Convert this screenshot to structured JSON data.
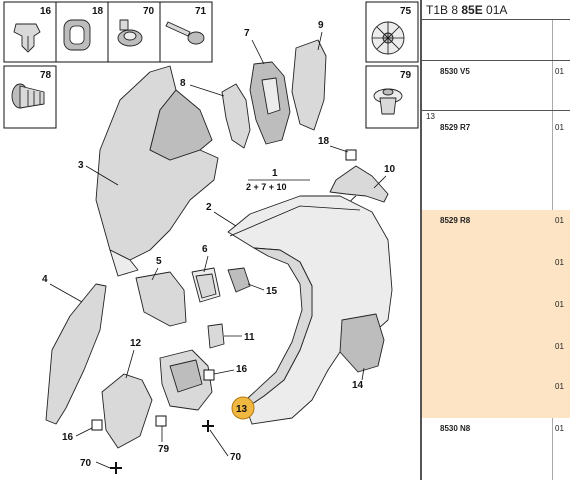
{
  "diagram": {
    "callouts": {
      "c1": "1",
      "c1_sub": "2 + 7 + 10",
      "c2": "2",
      "c3": "3",
      "c4": "4",
      "c5": "5",
      "c6": "6",
      "c7": "7",
      "c8": "8",
      "c9": "9",
      "c10": "10",
      "c11": "11",
      "c12": "12",
      "c13": "13",
      "c14": "14",
      "c15": "15",
      "c16a": "16",
      "c16b": "16",
      "c18": "18",
      "c70a": "70",
      "c70b": "70",
      "c79": "79"
    },
    "fastener_boxes": [
      {
        "label": "16",
        "icon": "push-clip-icon"
      },
      {
        "label": "18",
        "icon": "grommet-icon"
      },
      {
        "label": "70",
        "icon": "nut-icon"
      },
      {
        "label": "71",
        "icon": "screw-icon"
      },
      {
        "label": "78",
        "icon": "plug-clip-icon"
      },
      {
        "label": "75",
        "icon": "star-washer-icon"
      },
      {
        "label": "79",
        "icon": "rivet-clip-icon"
      }
    ]
  },
  "panel": {
    "ref_prefix": "T1B 8 ",
    "ref_bold": "85E",
    "ref_suffix": " 01A",
    "rows": [
      {
        "index": "",
        "number": "8530 V5",
        "qty": "01",
        "selected": false
      },
      {
        "index": "13",
        "number": "8529 R7",
        "qty": "01",
        "selected": false
      },
      {
        "index": "",
        "number": "8529 R8",
        "qty": "01",
        "selected": true
      },
      {
        "index": "",
        "number": "8530 N8",
        "qty": "01",
        "selected": false
      }
    ],
    "extra_qty": [
      "01",
      "01",
      "01",
      "01"
    ]
  }
}
